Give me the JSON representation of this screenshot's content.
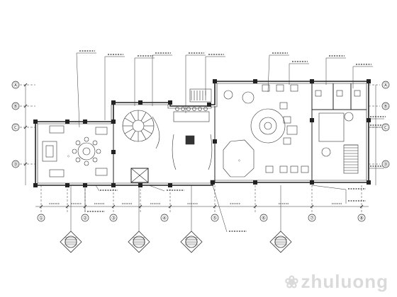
{
  "axes": {
    "vertical": [
      "①",
      "②",
      "③",
      "④",
      "⑤",
      "⑥",
      "⑦",
      "⑧"
    ],
    "horizontal": [
      "Ⓐ",
      "Ⓑ",
      "Ⓒ",
      "Ⓓ"
    ]
  },
  "elevation_markers": 4,
  "watermark": {
    "icon": "paw-icon",
    "text": "zhuluong"
  }
}
